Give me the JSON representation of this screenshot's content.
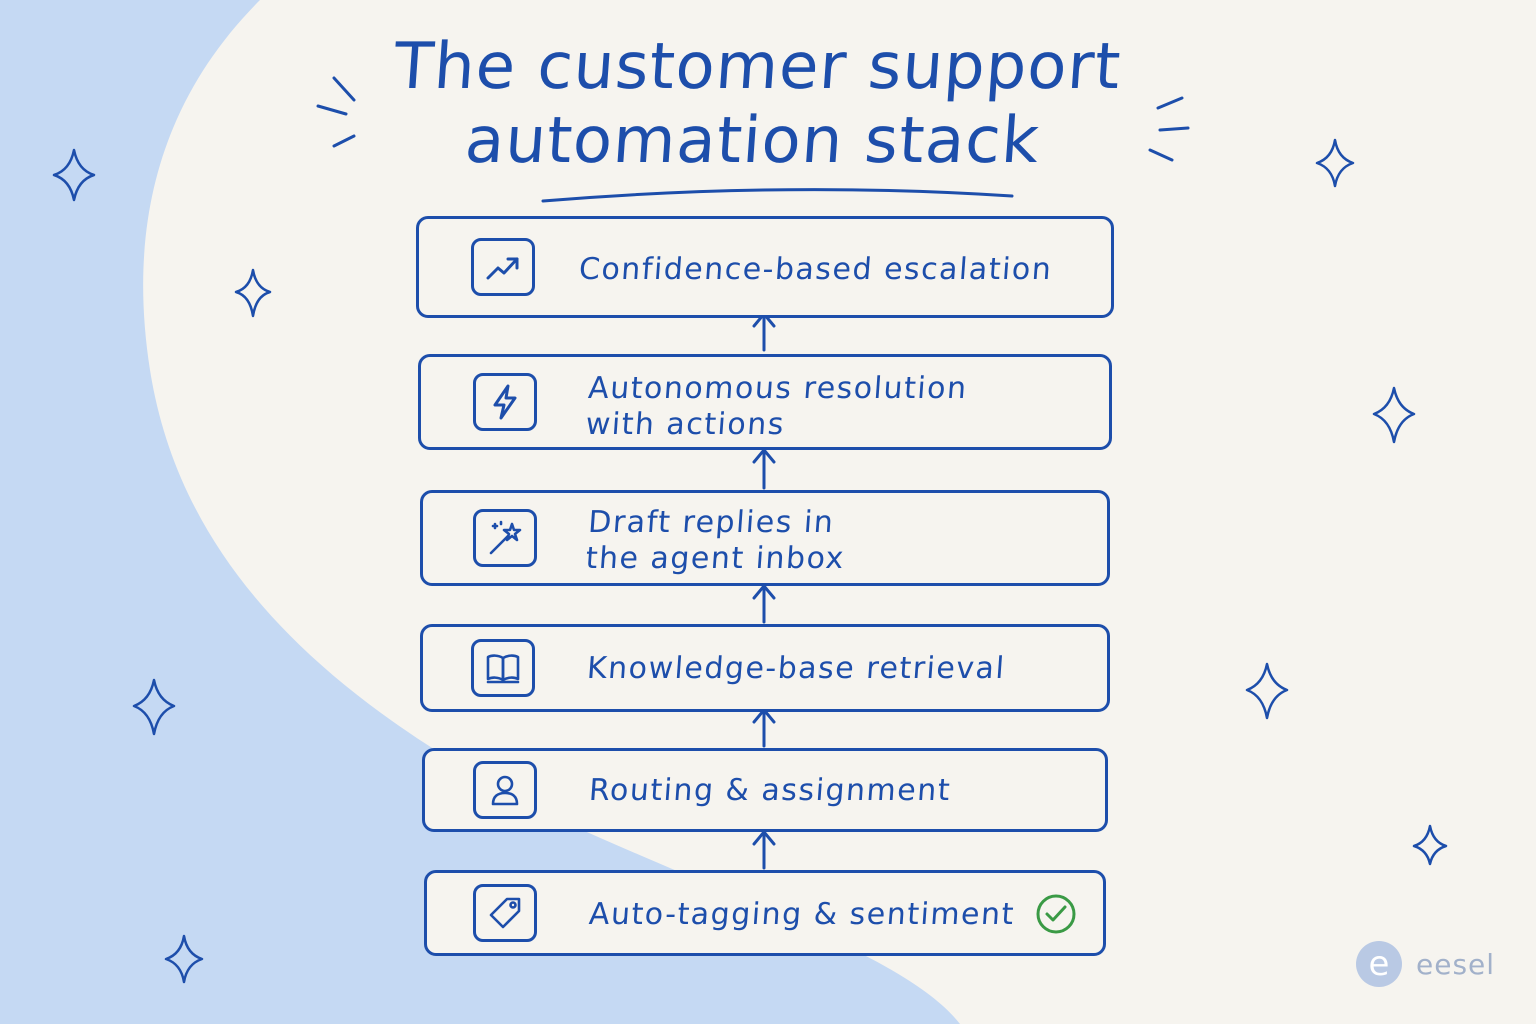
{
  "title": {
    "line1": "The customer support",
    "line2": "automation stack"
  },
  "layers": [
    {
      "icon": "trend-up-icon",
      "line1": "Confidence-based escalation",
      "line2": ""
    },
    {
      "icon": "lightning-bolt-icon",
      "line1": "Autonomous resolution",
      "line2": "with actions"
    },
    {
      "icon": "magic-wand-icon",
      "line1": "Draft replies in",
      "line2": "the agent inbox"
    },
    {
      "icon": "open-book-icon",
      "line1": "Knowledge-base retrieval",
      "line2": ""
    },
    {
      "icon": "user-icon",
      "line1": "Routing & assignment",
      "line2": ""
    },
    {
      "icon": "tag-icon",
      "line1": "Auto-tagging & sentiment",
      "line2": ""
    }
  ],
  "completed_layer_icon": "check-circle-icon",
  "colors": {
    "ink": "#1d4eab",
    "background": "#f6f4ef",
    "blob": "#c5d9f3",
    "check": "#3a9a45"
  },
  "brand": {
    "logo_letter": "e",
    "name": "eesel"
  }
}
